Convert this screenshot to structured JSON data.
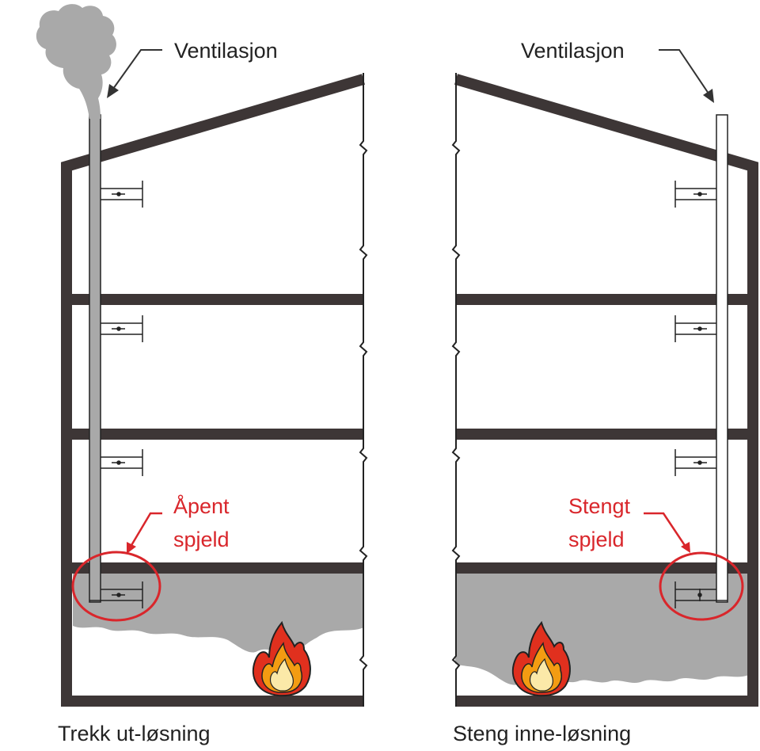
{
  "left": {
    "ventilation_label": "Ventilasjon",
    "damper_label_line1": "Åpent",
    "damper_label_line2": "spjeld",
    "caption": "Trekk ut-løsning"
  },
  "right": {
    "ventilation_label": "Ventilasjon",
    "damper_label_line1": "Stengt",
    "damper_label_line2": "spjeld",
    "caption": "Steng inne-løsning"
  },
  "colors": {
    "wall": "#3d3636",
    "smoke": "#a9a9a9",
    "highlight": "#d9262b",
    "flame_outer": "#e0301e",
    "flame_mid": "#f39c12",
    "flame_inner": "#fbe9a8"
  }
}
